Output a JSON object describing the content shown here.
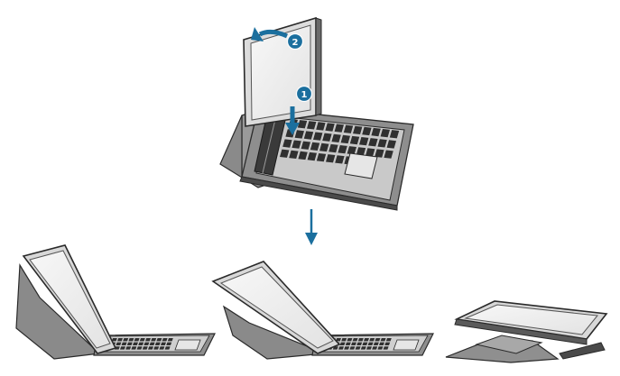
{
  "steps": [
    {
      "number": "1",
      "action": "insert-down"
    },
    {
      "number": "2",
      "action": "tilt-back"
    }
  ],
  "positions": [
    "upright-stand",
    "reclined-stand",
    "flat-typing"
  ],
  "colors": {
    "accent": "#1b6f9e",
    "outline": "#2a2a2a",
    "cover_gray": "#8f8f8f",
    "cover_light": "#bdbdbd",
    "screen": "#f4f4f4",
    "key": "#303030"
  }
}
